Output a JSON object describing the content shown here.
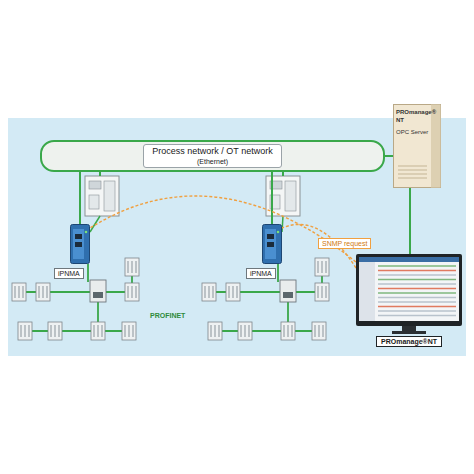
{
  "diagram": {
    "nodes": [
      {
        "text": [
          "Process network / OT network",
          "(Ethernet)"
        ]
      },
      {
        "text": [
          "PROmanage® NT",
          "OPC Server"
        ]
      },
      {
        "text": [
          "iPNMA"
        ]
      },
      {
        "text": [
          "iPNMA"
        ]
      },
      {
        "text": [
          "PROmanage®NT"
        ]
      }
    ],
    "edges": [
      {
        "from": 0,
        "to": 1,
        "arrow": "none"
      },
      {
        "from": 0,
        "to": 2,
        "arrow": "none"
      },
      {
        "from": 0,
        "to": 3,
        "arrow": "none"
      },
      {
        "from": 1,
        "to": 4,
        "arrow": "none"
      },
      {
        "from": 4,
        "to": 2,
        "arrow": "none"
      },
      {
        "from": 4,
        "to": 3,
        "label": "SNMP request",
        "arrow": "none"
      }
    ],
    "labels": [
      "PROFINET"
    ]
  }
}
